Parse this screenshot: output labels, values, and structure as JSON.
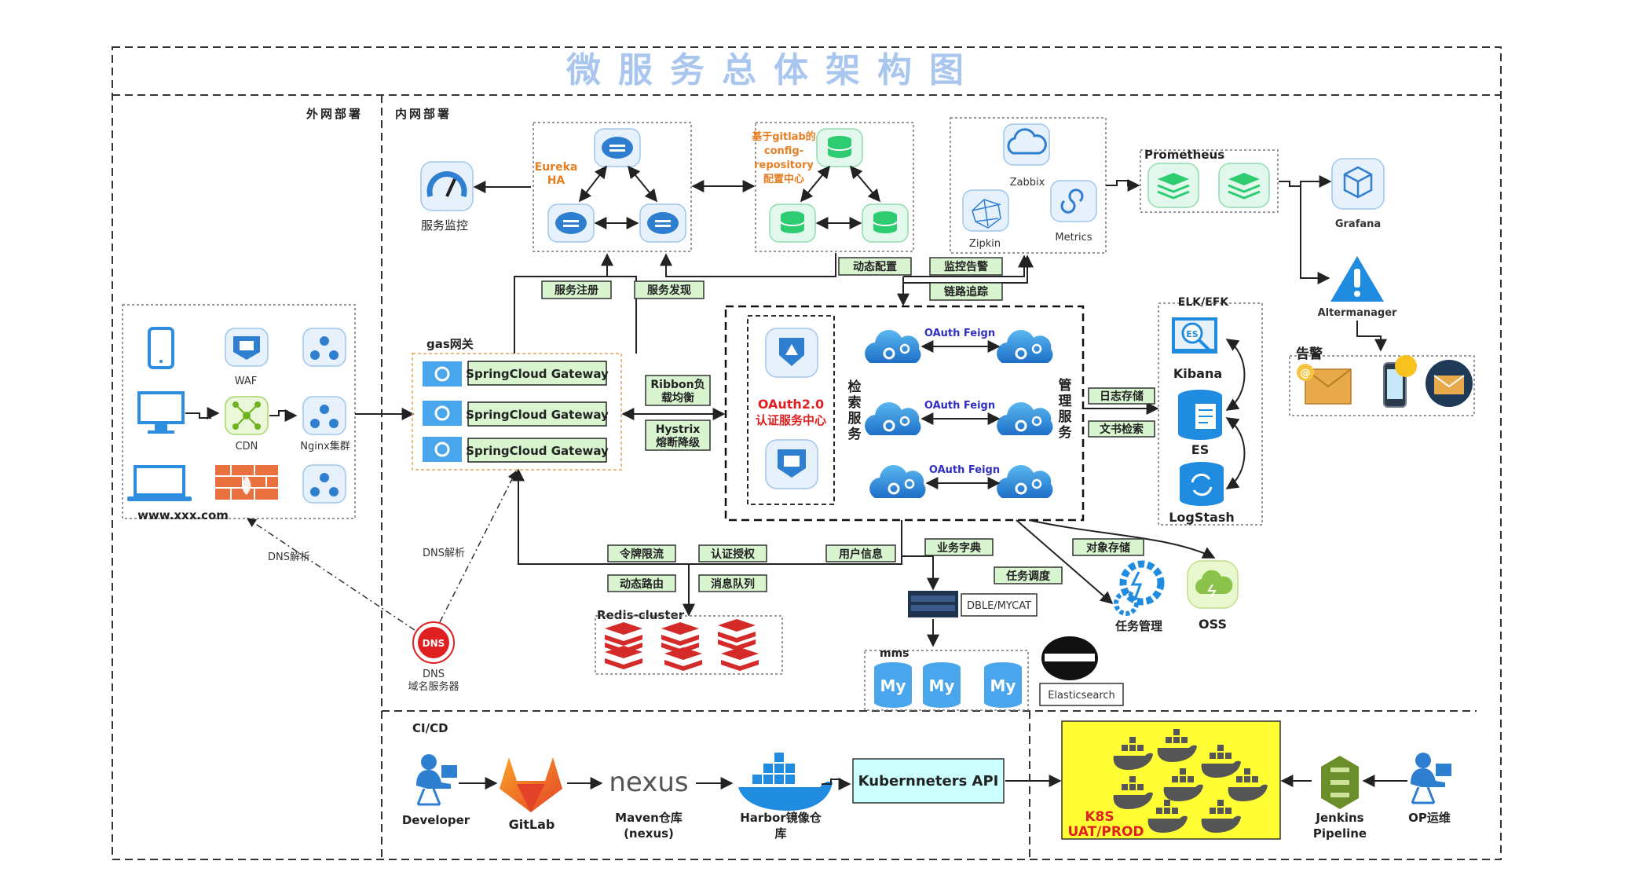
{
  "title": "微服务总体架构图",
  "zones": {
    "external": "外网部署",
    "internal": "内网部署",
    "cicd": "CI/CD"
  },
  "clients": {
    "waf": "WAF",
    "cdn": "CDN",
    "nginx": "Nginx集群",
    "domain": "www.xxx.com"
  },
  "dns": {
    "label1": "DNS",
    "label2": "域名服务器",
    "resolve1": "DNS解析",
    "resolve2": "DNS解析",
    "badge": "DNS"
  },
  "monitoring": {
    "label": "服务监控"
  },
  "eureka": {
    "line1": "Eureka",
    "line2": "HA"
  },
  "config": {
    "line1": "基于gitlab的",
    "line2": "config-",
    "line3": "repository",
    "line4": "配置中心"
  },
  "monitor_tools": {
    "zabbix": "Zabbix",
    "zipkin": "Zipkin",
    "metrics": "Metrics"
  },
  "prometheus": "Prometheus",
  "grafana": "Grafana",
  "alertmanager": "Altermanager",
  "alert": "告警",
  "tags": {
    "register": "服务注册",
    "discover": "服务发现",
    "dyn_config": "动态配置",
    "monitor_alert": "监控告警",
    "trace": "链路追踪",
    "ribbon1": "Ribbon负",
    "ribbon2": "载均衡",
    "hystrix1": "Hystrix",
    "hystrix2": "熔断降级",
    "log_store": "日志存储",
    "doc_search": "文书检索",
    "token_limit": "令牌限流",
    "auth": "认证授权",
    "user_info": "用户信息",
    "biz_dict": "业务字典",
    "obj_store": "对象存储",
    "dyn_route": "动态路由",
    "mq": "消息队列",
    "task_sched": "任务调度"
  },
  "gateway": {
    "label": "gas网关",
    "items": [
      "SpringCloud Gateway",
      "SpringCloud Gateway",
      "SpringCloud Gateway"
    ]
  },
  "oauth": {
    "line1": "OAuth2.0",
    "line2": "认证服务中心"
  },
  "feign": [
    "OAuth Feign",
    "OAuth Feign",
    "OAuth Feign"
  ],
  "search_service": [
    "检",
    "索",
    "服",
    "务"
  ],
  "mgmt_service": [
    "管",
    "理",
    "服",
    "务"
  ],
  "elk": {
    "title": "ELK/EFK",
    "kibana": "Kibana",
    "es": "ES",
    "logstash": "LogStash",
    "es_badge": "ES"
  },
  "redis": "Redis-cluster",
  "db": {
    "proxy": "DBLE/MYCAT",
    "group": "mms",
    "my": "My",
    "elastic": "Elasticsearch"
  },
  "task_mgmt": "任务管理",
  "oss": "OSS",
  "cicd": {
    "developer": "Developer",
    "gitlab": "GitLab",
    "nexus_logo": "nexus",
    "maven1": "Maven仓库",
    "maven2": "(nexus)",
    "harbor1": "Harbor镜像仓",
    "harbor2": "库",
    "k8s_api": "Kubernneters API",
    "k8s1": "K8S",
    "k8s2": "UAT/PROD",
    "jenkins1": "Jenkins",
    "jenkins2": "Pipeline",
    "op": "OP运维"
  },
  "colors": {
    "title": "#a9c6ee",
    "accent": "#2f7fd0",
    "orange": "#e67e22",
    "green": "#2ecc71",
    "tag": "#d8f5d0",
    "k8s": "#ffff33",
    "red": "#e02020",
    "cyan_box": "#ccffff"
  }
}
